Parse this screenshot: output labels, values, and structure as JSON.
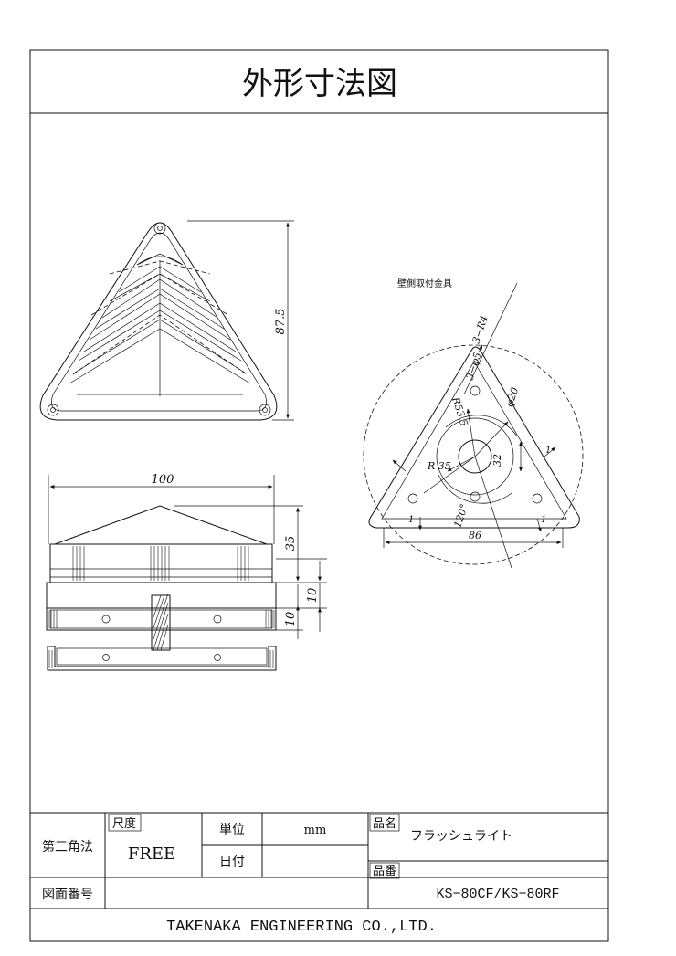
{
  "title": "外形寸法図",
  "mount_label": "壁側取付金具",
  "dimensions": {
    "front_height": "87.5",
    "width": "100",
    "upper_height": "35",
    "mid_height": "10",
    "base_height": "10",
    "r4": "3−R4",
    "phi5": "3−φ5",
    "r53": "R53.5",
    "phi20": "φ20",
    "r35": "R 35",
    "d32": "32",
    "angle": "120°",
    "d86": "86",
    "d1a": "1",
    "d1b": "1",
    "d1c": "1"
  },
  "title_block": {
    "projection": "第三角法",
    "scale_label": "尺度",
    "scale_value": "FREE",
    "unit_label": "単位",
    "unit_value": "mm",
    "date_label": "日付",
    "date_value": "",
    "product_name_label": "品名",
    "product_name": "フラッシュライト",
    "drawing_no_label": "図面番号",
    "drawing_no": "",
    "part_no_label": "品番",
    "part_no": "KS−80CF/KS−80RF",
    "company": "TAKENAKA ENGINEERING CO.,LTD."
  }
}
